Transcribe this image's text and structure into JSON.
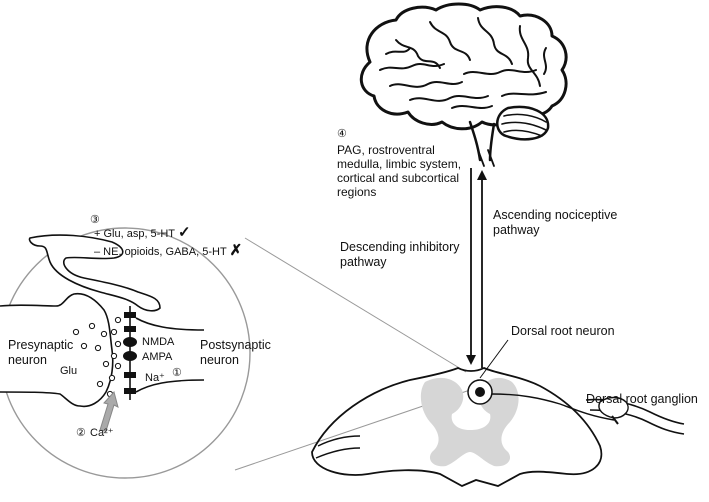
{
  "labels": {
    "pag_marker": "④",
    "pag_text": "PAG, rostroventral medulla, limbic system, cortical and subcortical regions",
    "ascending": "Ascending nociceptive pathway",
    "descending": "Descending inhibitory pathway",
    "dorsal_root_neuron": "Dorsal root neuron",
    "dorsal_root_ganglion": "Dorsal root ganglion",
    "presynaptic": "Presynaptic neuron",
    "postsynaptic": "Postsynaptic neuron",
    "glu": "Glu",
    "nmda": "NMDA",
    "ampa": "AMPA",
    "na": "Na⁺",
    "na_marker": "①",
    "ca_marker": "②",
    "ca": "Ca²⁺",
    "mod_marker": "③",
    "mod_plus": "+ Glu, asp, 5-HT",
    "mod_plus_mark": "✓",
    "mod_minus": "– NE, opioids, GABA, 5-HT",
    "mod_minus_mark": "✗"
  }
}
